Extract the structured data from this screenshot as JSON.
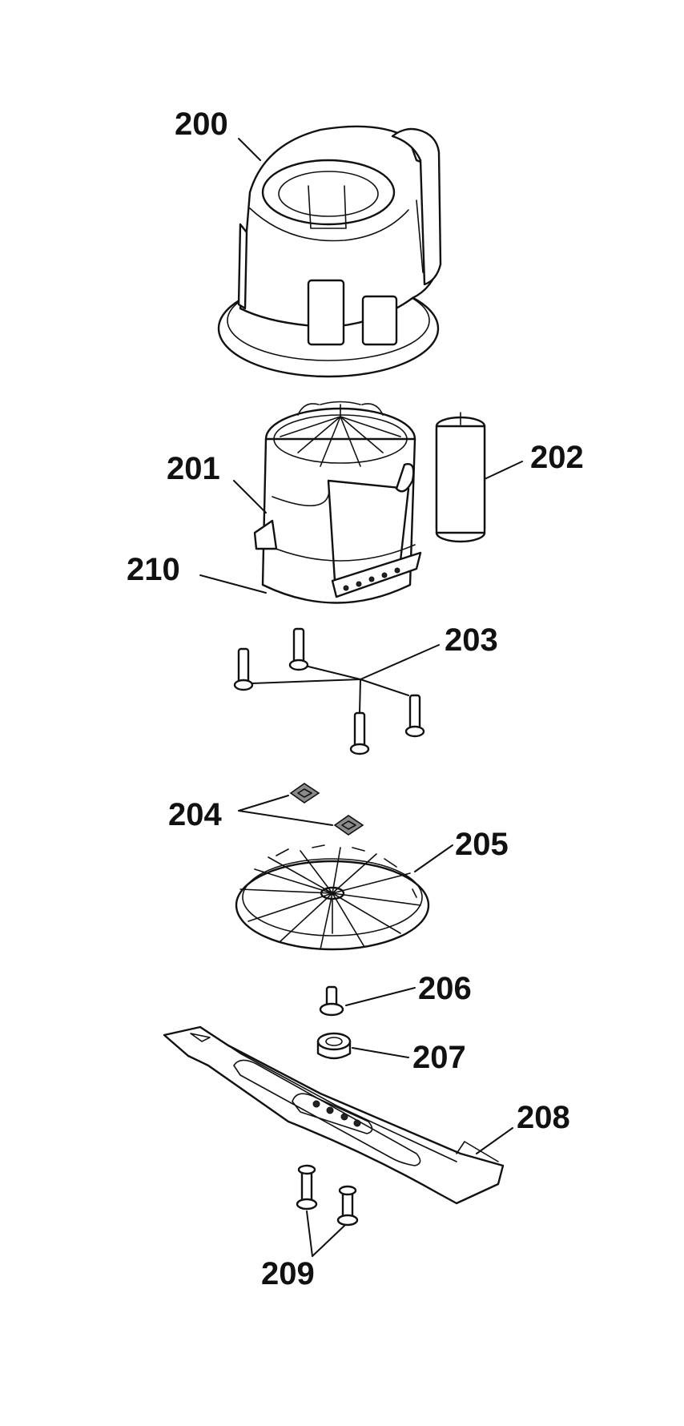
{
  "diagram": {
    "labels": {
      "p200": "200",
      "p201": "201",
      "p202": "202",
      "p203": "203",
      "p204": "204",
      "p205": "205",
      "p206": "206",
      "p207": "207",
      "p208": "208",
      "p209": "209",
      "p210": "210"
    }
  }
}
